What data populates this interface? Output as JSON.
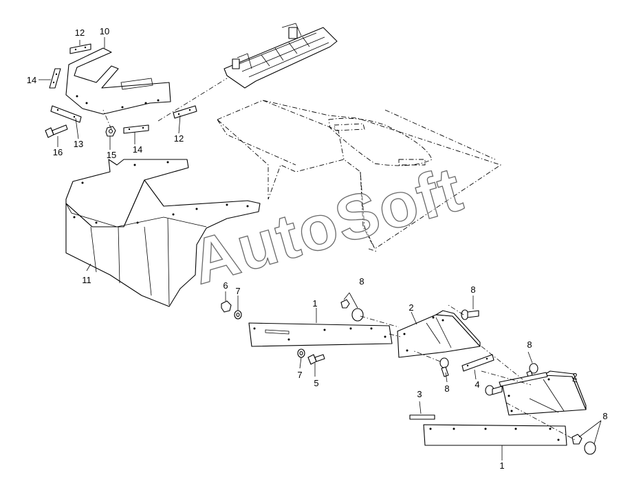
{
  "watermark": "AutoSoft",
  "callouts": [
    {
      "id": "c12a",
      "text": "12"
    },
    {
      "id": "c10",
      "text": "10"
    },
    {
      "id": "c14a",
      "text": "14"
    },
    {
      "id": "c13",
      "text": "13"
    },
    {
      "id": "c16",
      "text": "16"
    },
    {
      "id": "c15",
      "text": "15"
    },
    {
      "id": "c14b",
      "text": "14"
    },
    {
      "id": "c12b",
      "text": "12"
    },
    {
      "id": "c11",
      "text": "11"
    },
    {
      "id": "c6",
      "text": "6"
    },
    {
      "id": "c7a",
      "text": "7"
    },
    {
      "id": "c1a",
      "text": "1"
    },
    {
      "id": "c8a",
      "text": "8"
    },
    {
      "id": "c2a",
      "text": "2"
    },
    {
      "id": "c8b",
      "text": "8"
    },
    {
      "id": "c7b",
      "text": "7"
    },
    {
      "id": "c5",
      "text": "5"
    },
    {
      "id": "c8c",
      "text": "8"
    },
    {
      "id": "c4",
      "text": "4"
    },
    {
      "id": "c8d",
      "text": "8"
    },
    {
      "id": "c2b",
      "text": "2"
    },
    {
      "id": "c3",
      "text": "3"
    },
    {
      "id": "c8e",
      "text": "8"
    },
    {
      "id": "c1b",
      "text": "1"
    }
  ]
}
